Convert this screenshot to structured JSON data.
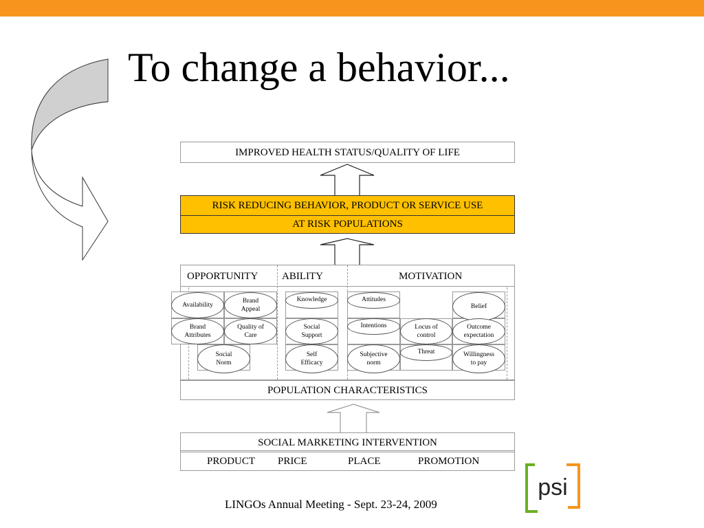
{
  "slide": {
    "title": "To change a behavior...",
    "footer": "LINGOs Annual Meeting - Sept. 23-24, 2009",
    "accent_color": "#f7941d",
    "highlight_color": "#ffc000"
  },
  "diagram": {
    "outcome": "IMPROVED HEALTH STATUS/QUALITY OF LIFE",
    "behavior": "RISK REDUCING BEHAVIOR, PRODUCT OR SERVICE USE",
    "populations": "AT RISK POPULATIONS",
    "determinants": {
      "opportunity": "OPPORTUNITY",
      "ability": "ABILITY",
      "motivation": "MOTIVATION",
      "opportunity_items": [
        "Availability",
        "Brand\nAppeal",
        "Brand\nAttributes",
        "Quality of\nCare",
        "Social\nNorm"
      ],
      "ability_items": [
        "Knowledge",
        "Social\nSupport",
        "Self\nEfficacy"
      ],
      "motivation_items": [
        "Attitudes",
        "Belief",
        "Intentions",
        "Locus of\ncontrol",
        "Outcome\nexpectation",
        "Subjective\nnorm",
        "Threat",
        "Willingness\nto pay"
      ]
    },
    "population_characteristics": "POPULATION CHARACTERISTICS",
    "intervention": "SOCIAL MARKETING INTERVENTION",
    "four_ps": [
      "PRODUCT",
      "PRICE",
      "PLACE",
      "PROMOTION"
    ]
  },
  "logo": {
    "text": "psi",
    "icon": "psi-logo"
  }
}
